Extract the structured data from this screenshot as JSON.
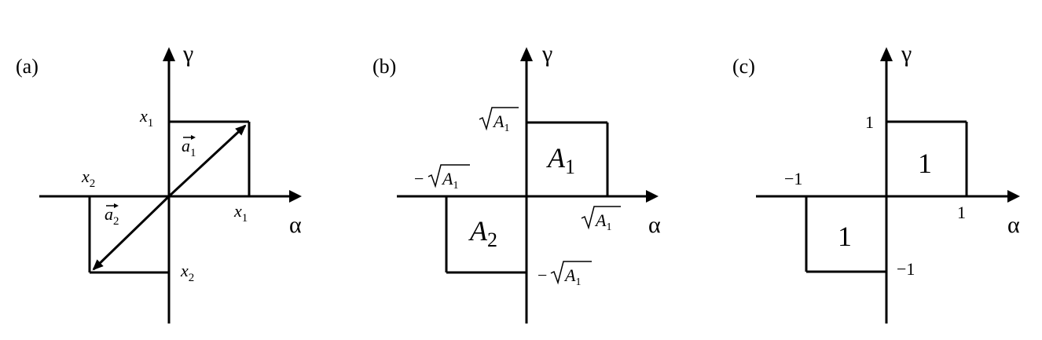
{
  "panels": [
    {
      "label": "(a)",
      "axis_x": "α",
      "axis_y": "γ",
      "ticks": {
        "x1_top": "x",
        "x1_top_sub": "1",
        "x1_right": "x",
        "x1_right_sub": "1",
        "x2_left": "x",
        "x2_left_sub": "2",
        "x2_bottom": "x",
        "x2_bottom_sub": "2"
      },
      "vectors": {
        "a1": "a",
        "a1_sub": "1",
        "a2": "a",
        "a2_sub": "2"
      }
    },
    {
      "label": "(b)",
      "axis_x": "α",
      "axis_y": "γ",
      "ticks": {
        "y_pos": "A",
        "y_pos_sub": "1",
        "x_neg_prefix": "−",
        "x_neg": "A",
        "x_neg_sub": "1",
        "x_pos": "A",
        "x_pos_sub": "1",
        "y_neg_prefix": "−",
        "y_neg": "A",
        "y_neg_sub": "1"
      },
      "areas": {
        "a1": "A",
        "a1_sub": "1",
        "a2": "A",
        "a2_sub": "2"
      }
    },
    {
      "label": "(c)",
      "axis_x": "α",
      "axis_y": "γ",
      "ticks": {
        "y_pos": "1",
        "x_neg": "−1",
        "x_pos": "1",
        "y_neg": "−1"
      },
      "areas": {
        "upper": "1",
        "lower": "1"
      }
    }
  ]
}
